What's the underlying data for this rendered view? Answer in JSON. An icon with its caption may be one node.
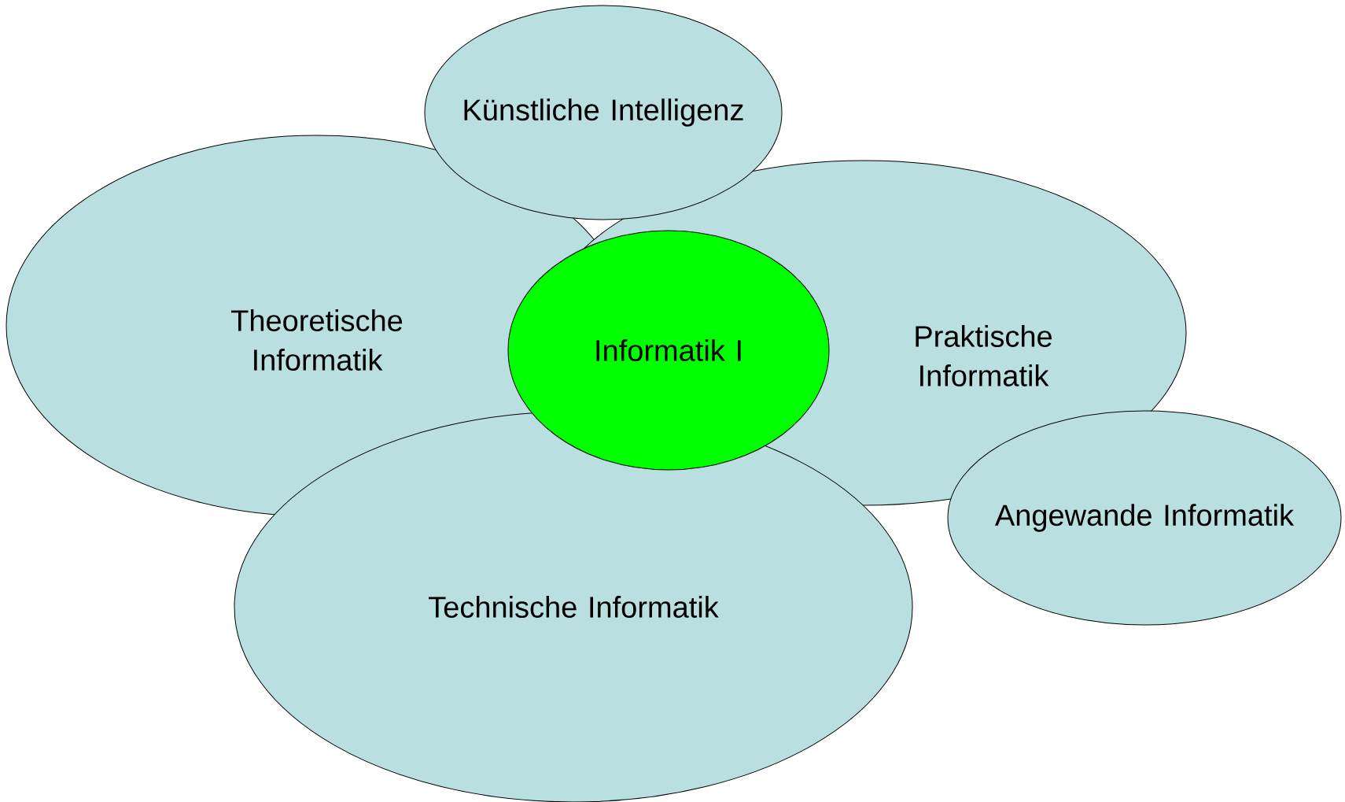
{
  "diagram": {
    "nodes": [
      {
        "text": [
          "Künstliche Intelligenz"
        ]
      },
      {
        "text": [
          "Theoretische Informatik"
        ]
      },
      {
        "text": [
          "Praktische Informatik"
        ]
      },
      {
        "text": [
          "Informatik I"
        ]
      },
      {
        "text": [
          "Angewande Informatik"
        ]
      },
      {
        "text": [
          "Technische Informatik"
        ]
      }
    ]
  }
}
